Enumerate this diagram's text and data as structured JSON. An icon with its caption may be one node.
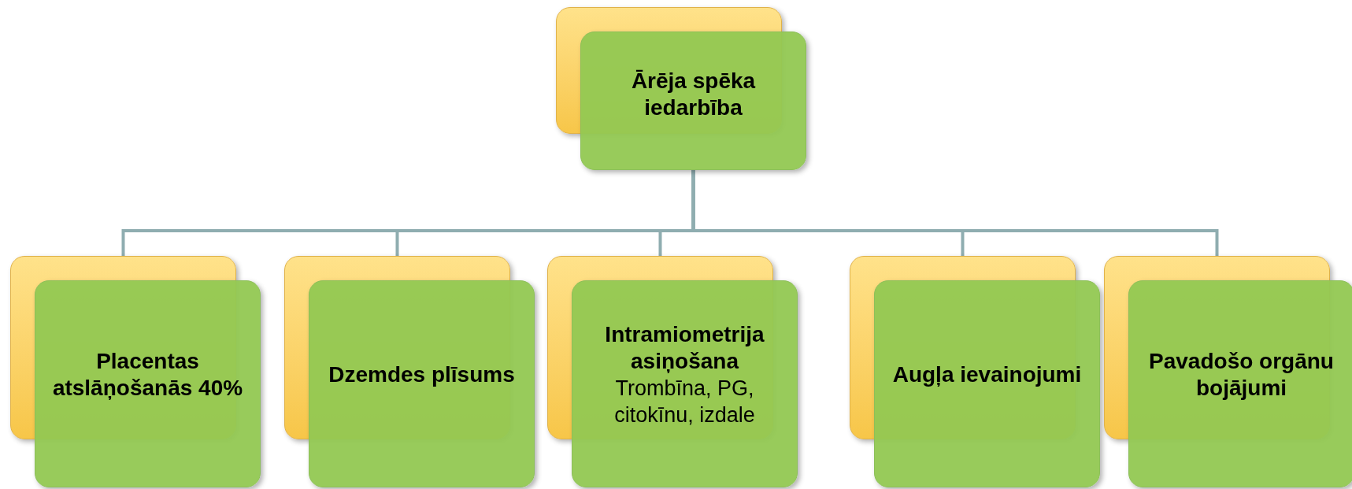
{
  "diagram": {
    "nodes": [
      {
        "text": [
          "Ārēja spēka iedarbība"
        ]
      },
      {
        "text": [
          "Placentas atslāņošanās 40%"
        ]
      },
      {
        "text": [
          "Dzemdes plīsums"
        ]
      },
      {
        "text": [
          "Intramiometrija asiņošana",
          "Trombīna, PG, citokīnu, izdale"
        ]
      },
      {
        "text": [
          "Augļa ievainojumi"
        ]
      },
      {
        "text": [
          "Pavadošo orgānu bojājumi"
        ]
      }
    ],
    "edges": [
      {
        "from": 0,
        "to": 1,
        "arrow": "none"
      },
      {
        "from": 0,
        "to": 2,
        "arrow": "none"
      },
      {
        "from": 0,
        "to": 3,
        "arrow": "none"
      },
      {
        "from": 0,
        "to": 4,
        "arrow": "none"
      },
      {
        "from": 0,
        "to": 5,
        "arrow": "none"
      }
    ]
  }
}
